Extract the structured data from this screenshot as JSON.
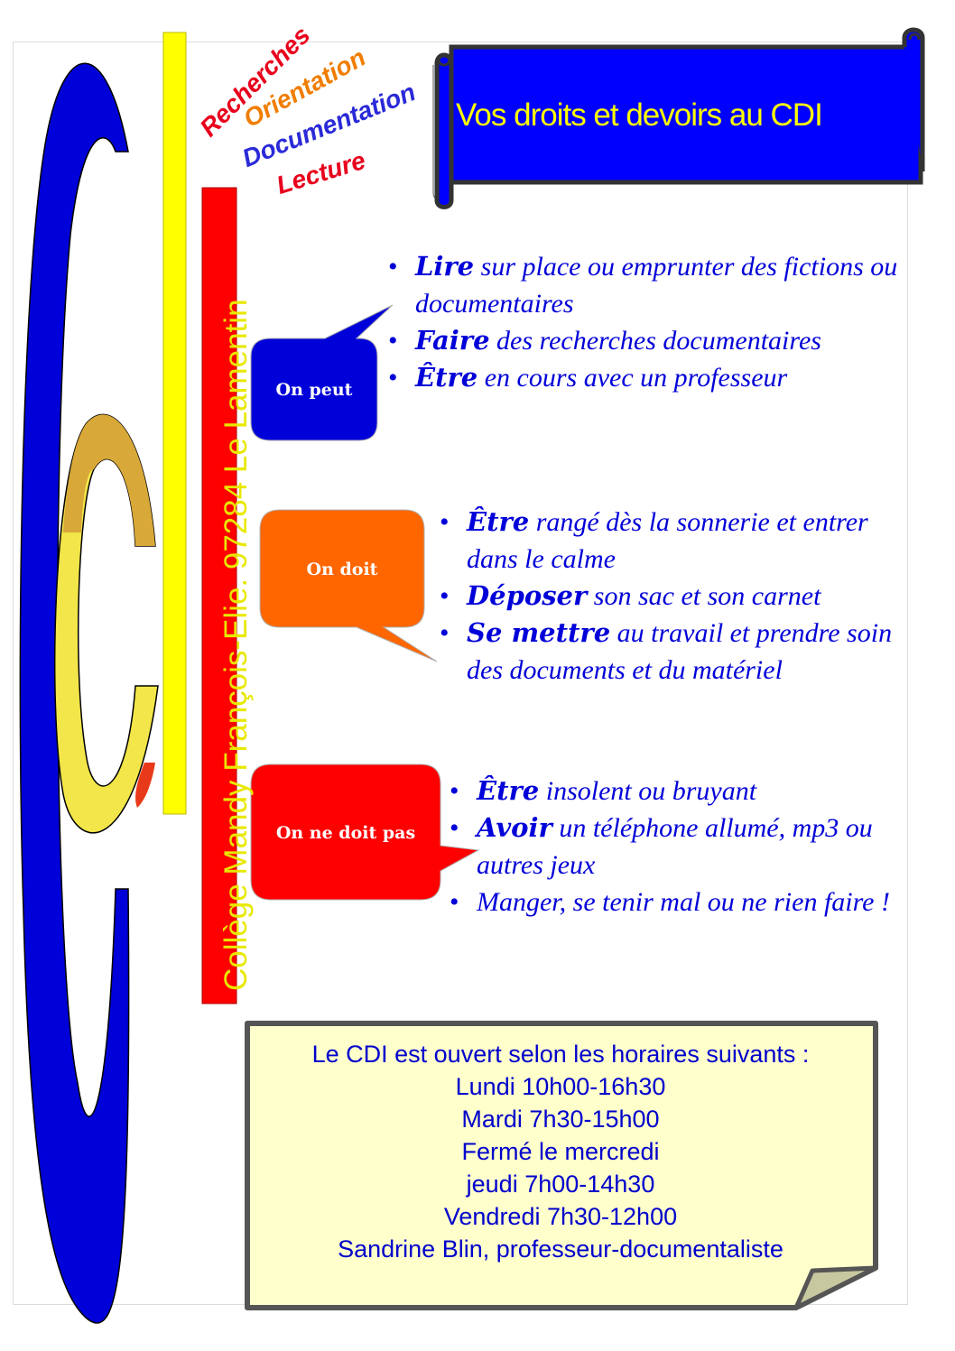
{
  "header": {
    "title": "Vos droits et devoirs au CDI"
  },
  "services": [
    {
      "label": "Recherches",
      "color": "#e8001c"
    },
    {
      "label": "Orientation",
      "color": "#f07d00"
    },
    {
      "label": "Documentation",
      "color": "#2a2ad8"
    },
    {
      "label": "Lecture",
      "color": "#e8001c"
    }
  ],
  "school": {
    "label": "Collège Mandy François-Elie. 97284 Le Lamentin"
  },
  "sections": [
    {
      "label": "On peut",
      "color": "#0000d8",
      "items": [
        {
          "verb": "Lire",
          "rest": " sur place ou emprunter des fictions ou documentaires"
        },
        {
          "verb": "Faire",
          "rest": " des recherches documentaires"
        },
        {
          "verb": "Être",
          "rest": " en cours avec un professeur"
        }
      ]
    },
    {
      "label": "On doit",
      "color": "#ff6600",
      "items": [
        {
          "verb": "Être",
          "rest": " rangé dès la sonnerie et entrer dans le calme"
        },
        {
          "verb": "Déposer",
          "rest": " son sac et son carnet"
        },
        {
          "verb": "Se mettre",
          "rest": " au travail et prendre soin des documents et du matériel"
        }
      ]
    },
    {
      "label": "On ne doit pas",
      "color": "#ff0000",
      "items": [
        {
          "verb": "Être",
          "rest": " insolent ou bruyant"
        },
        {
          "verb": "Avoir",
          "rest": " un téléphone allumé, mp3 ou autres jeux"
        },
        {
          "verb": "",
          "rest": "Manger, se tenir mal ou ne rien faire !"
        }
      ]
    }
  ],
  "hours": {
    "intro": "Le CDI est ouvert selon les horaires suivants :",
    "lines": [
      "Lundi 10h00-16h30",
      "Mardi 7h30-15h00",
      "Fermé le mercredi",
      "jeudi 7h00-14h30",
      "Vendredi 7h30-12h00"
    ],
    "signature": "Sandrine Blin, professeur-documentaliste"
  },
  "colors": {
    "blue": "#0000d8",
    "yellow": "#ffff00",
    "red": "#ff0000",
    "orange": "#ff6600",
    "note": "#ffffcc",
    "gold": "#d8a838"
  }
}
